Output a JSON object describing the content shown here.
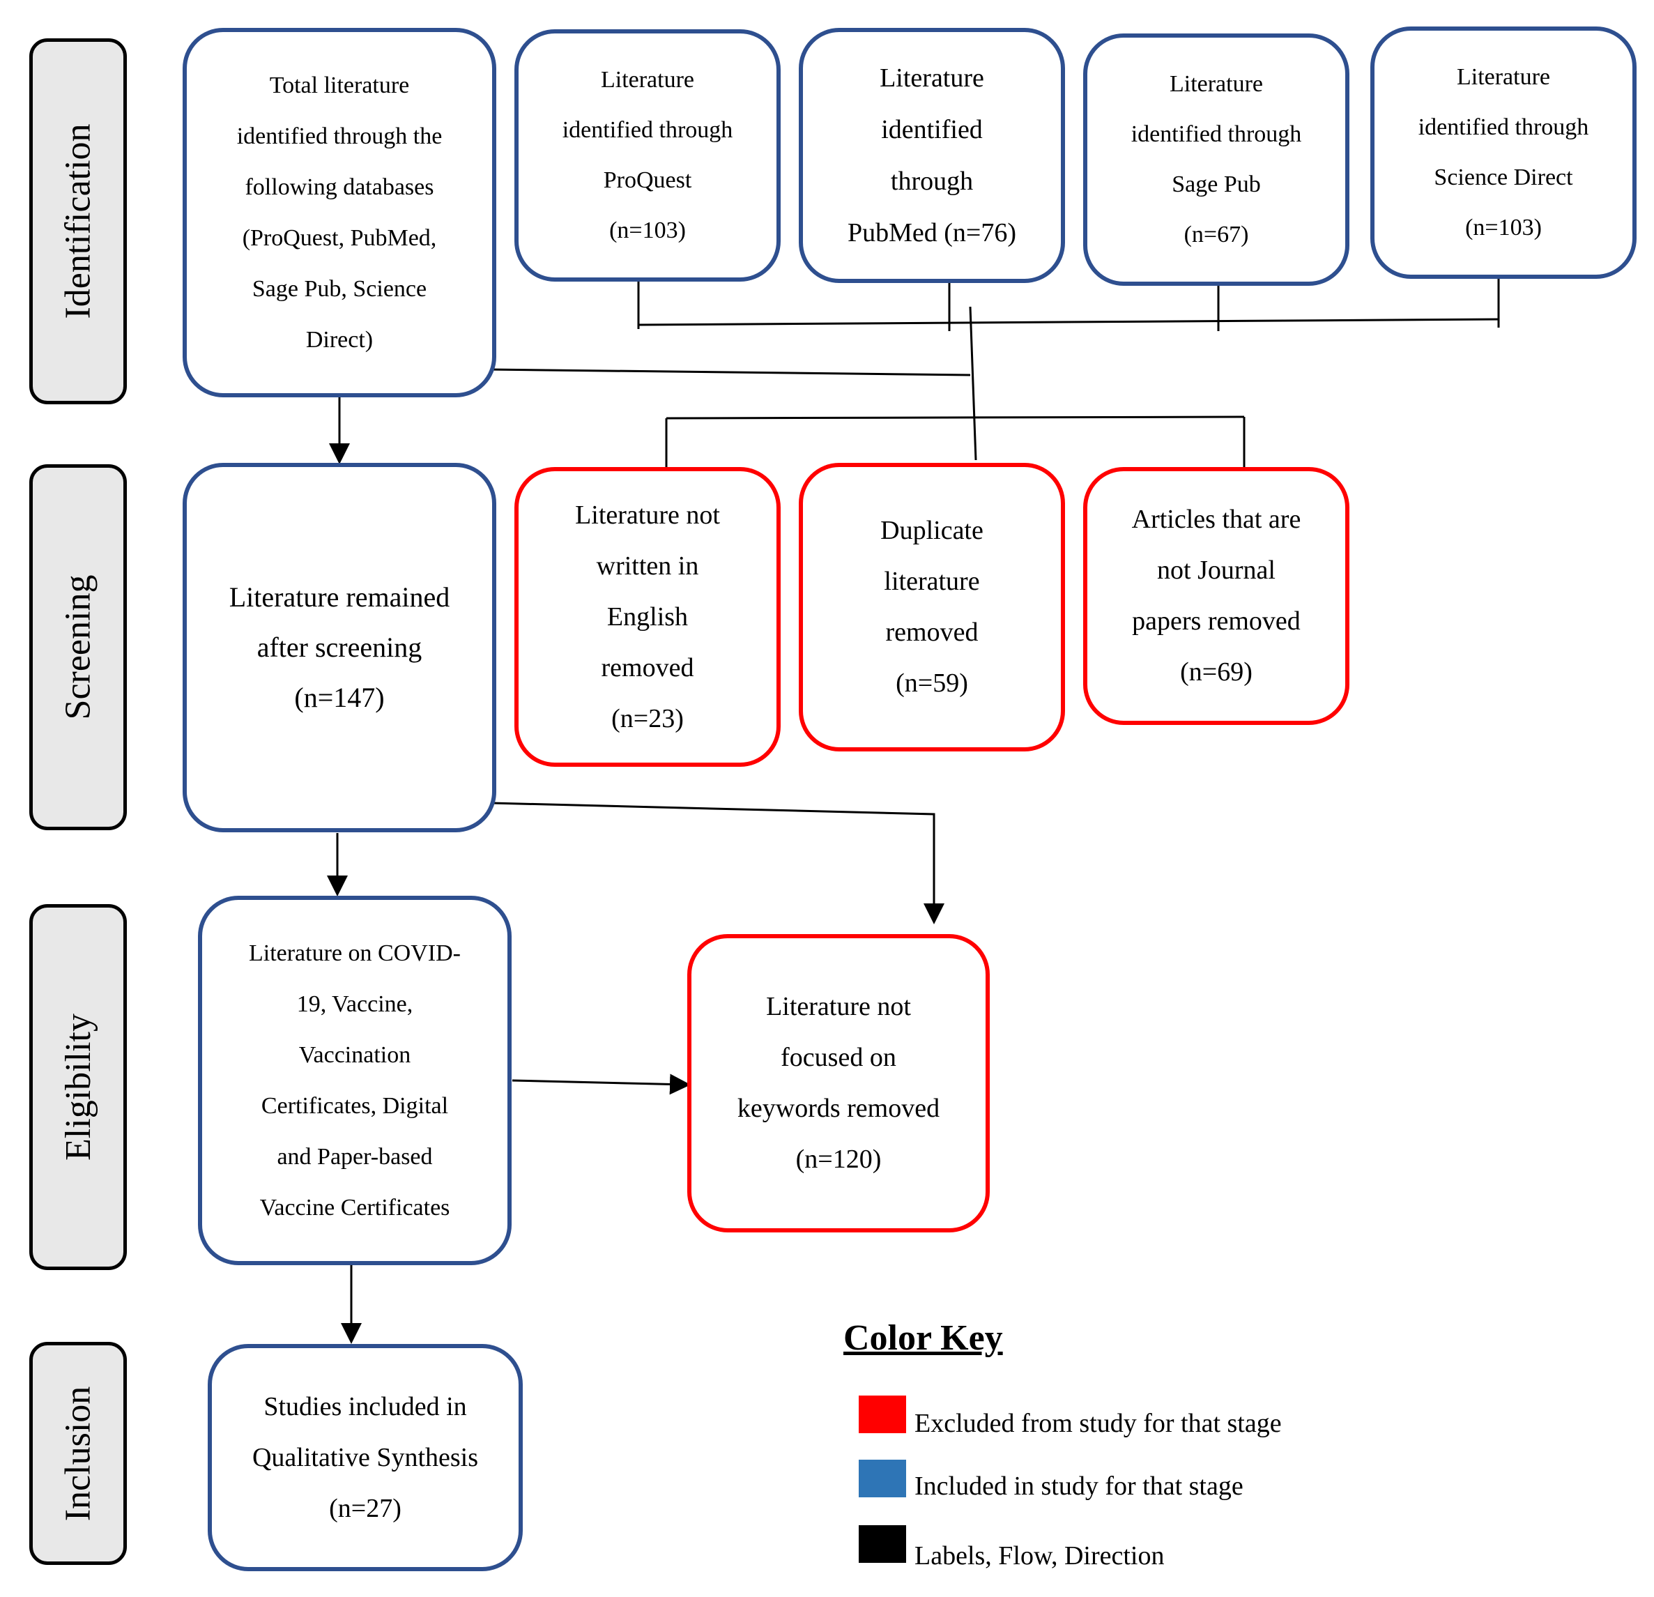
{
  "stages": {
    "identification": "Identification",
    "screening": "Screening",
    "eligibility": "Eligibility",
    "inclusion": "Inclusion"
  },
  "identification": {
    "total": "Total literature\nidentified through the\nfollowing databases\n(ProQuest, PubMed,\nSage Pub, Science\nDirect)",
    "proquest": "Literature\nidentified through\nProQuest\n(n=103)",
    "pubmed": "Literature\nidentified\nthrough\nPubMed (n=76)",
    "sagepub": "Literature\nidentified through\nSage Pub\n(n=67)",
    "sciencedirect": "Literature\nidentified through\nScience Direct\n(n=103)"
  },
  "screening": {
    "remained": "Literature remained\nafter screening\n(n=147)",
    "not_english": "Literature not\nwritten in\nEnglish\nremoved\n(n=23)",
    "duplicate": "Duplicate\nliterature\nremoved\n(n=59)",
    "not_journal": "Articles that are\nnot Journal\npapers removed\n(n=69)"
  },
  "eligibility": {
    "eligible": "Literature on COVID-\n19, Vaccine,\nVaccination\nCertificates, Digital\nand Paper-based\nVaccine Certificates",
    "not_focused": "Literature not\nfocused on\nkeywords removed\n(n=120)"
  },
  "inclusion": {
    "included": "Studies included in\nQualitative Synthesis\n(n=27)"
  },
  "color_key": {
    "title": "Color Key",
    "items": [
      {
        "label": "Excluded from study for that stage",
        "color": "#ff0000"
      },
      {
        "label": "Included in study for that stage",
        "color": "#2e75b6"
      },
      {
        "label": "Labels, Flow, Direction",
        "color": "#000000"
      }
    ]
  }
}
